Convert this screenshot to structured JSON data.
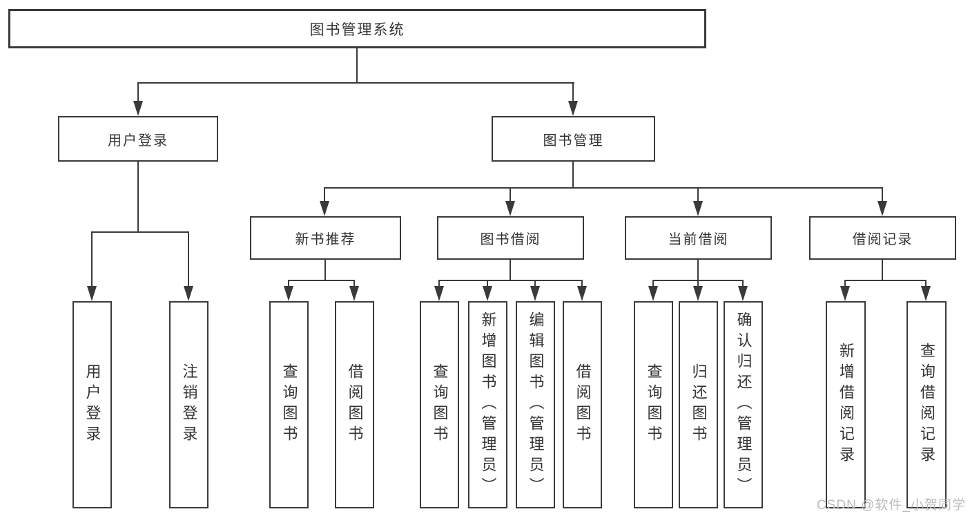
{
  "diagram": {
    "type": "tree",
    "root": {
      "label": "图书管理系统"
    },
    "branches": [
      {
        "label": "用户登录",
        "children": [
          {
            "label": "用户登录"
          },
          {
            "label": "注销登录"
          }
        ]
      },
      {
        "label": "图书管理",
        "children": [
          {
            "label": "新书推荐",
            "children": [
              {
                "label": "查询图书"
              },
              {
                "label": "借阅图书"
              }
            ]
          },
          {
            "label": "图书借阅",
            "children": [
              {
                "label": "查询图书"
              },
              {
                "label": "新增图书（管理员）"
              },
              {
                "label": "编辑图书（管理员）"
              },
              {
                "label": "借阅图书"
              }
            ]
          },
          {
            "label": "当前借阅",
            "children": [
              {
                "label": "查询图书"
              },
              {
                "label": "归还图书"
              },
              {
                "label": "确认归还（管理员）"
              }
            ]
          },
          {
            "label": "借阅记录",
            "children": [
              {
                "label": "新增借阅记录"
              },
              {
                "label": "查询借阅记录"
              }
            ]
          }
        ]
      }
    ]
  },
  "watermark": {
    "text": "CSDN @软件_小贺同学"
  },
  "colors": {
    "line": "#3a3a3a",
    "box_border": "#3a3a3a",
    "text": "#333333",
    "background": "#ffffff",
    "watermark": "#bcbcbc"
  }
}
